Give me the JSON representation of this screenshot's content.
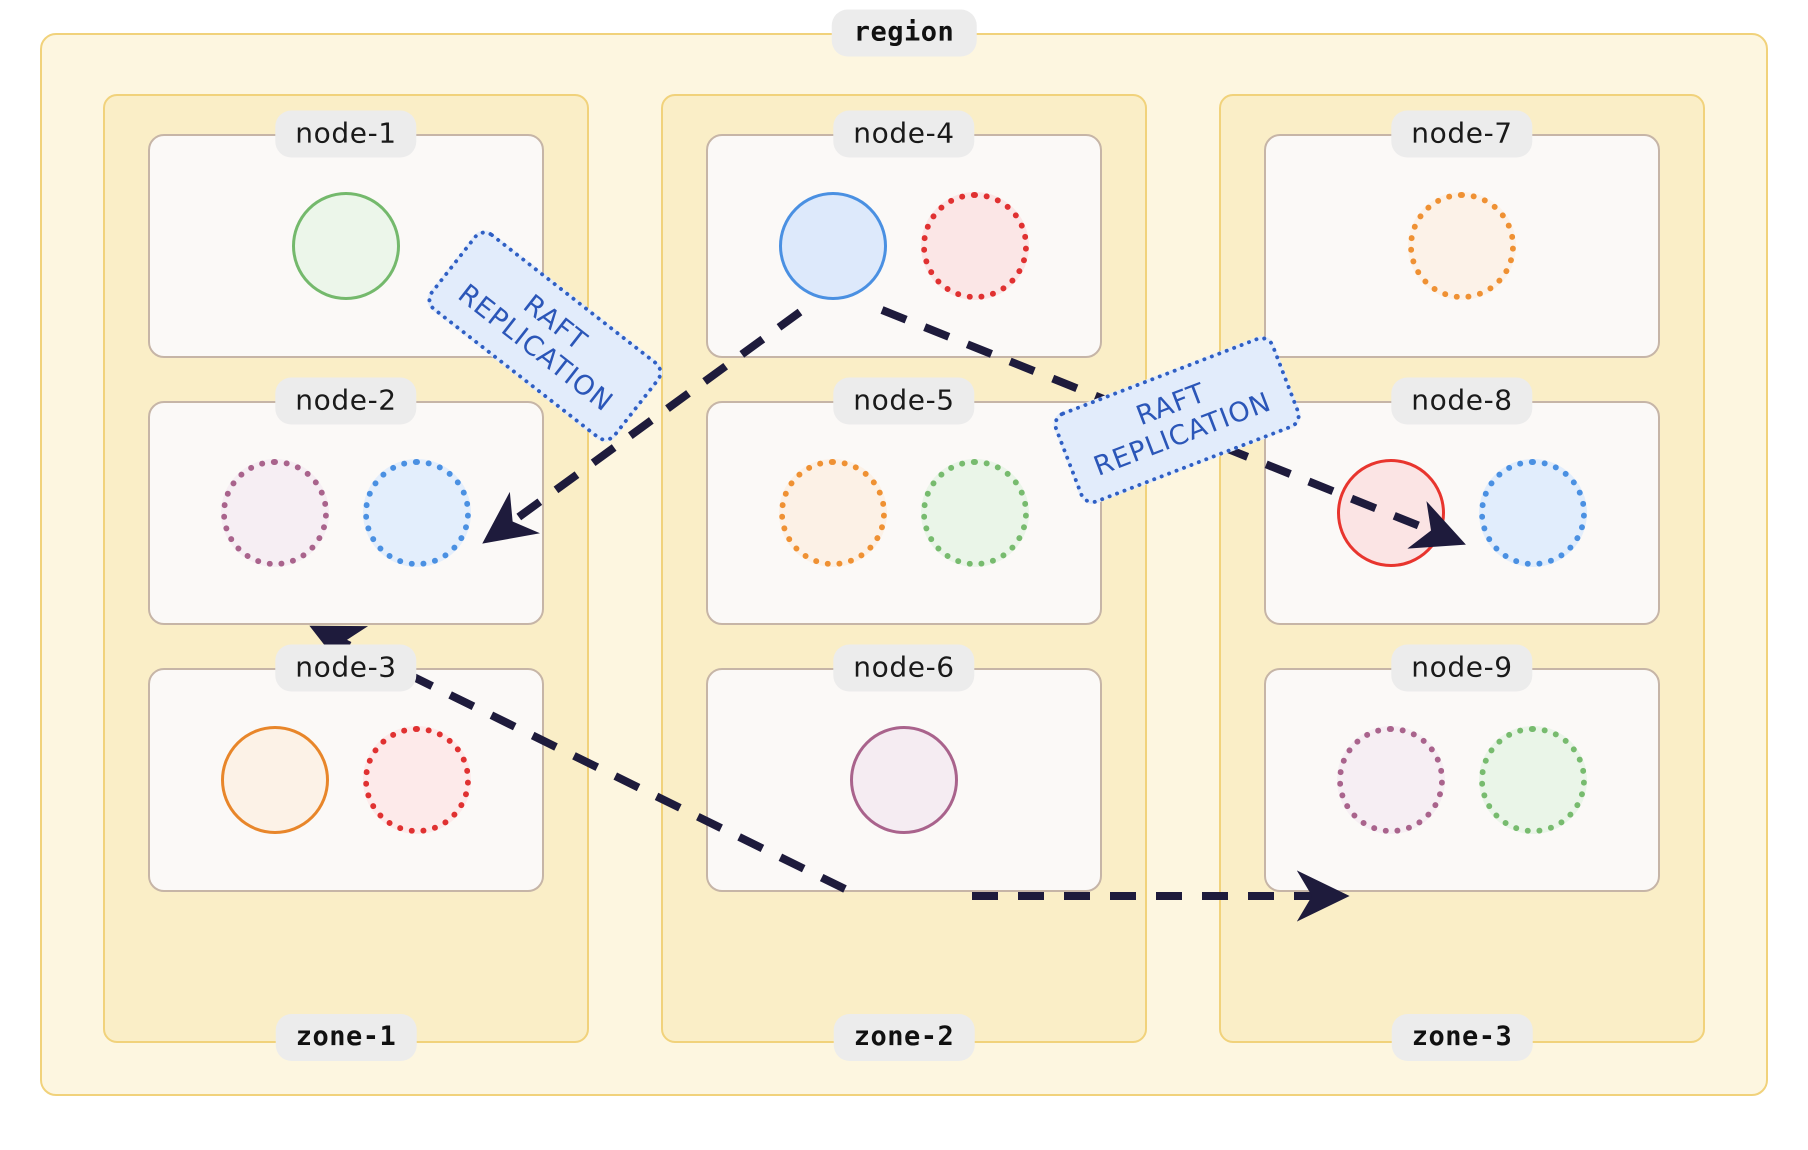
{
  "diagram": {
    "title": "region",
    "type": "distributed-cluster-topology",
    "region": {
      "label": "region",
      "fill": "#fdf6e0",
      "border": "#f1d27b"
    },
    "zones": [
      {
        "id": "zone-1",
        "label": "zone-1",
        "fill": "#faeec7",
        "border": "#f1d27b",
        "nodes": [
          {
            "id": "node-1",
            "label": "node-1",
            "shards": [
              {
                "color": "#74b96c",
                "fill": "#ecf6ea",
                "style": "solid",
                "role": "leader"
              }
            ]
          },
          {
            "id": "node-2",
            "label": "node-2",
            "shards": [
              {
                "color": "#a9638c",
                "fill": "#f6eef3",
                "style": "dotted",
                "role": "replica"
              },
              {
                "color": "#4a90e2",
                "fill": "#e3eefc",
                "style": "dotted",
                "role": "replica"
              }
            ]
          },
          {
            "id": "node-3",
            "label": "node-3",
            "shards": [
              {
                "color": "#e8862a",
                "fill": "#fcf2e7",
                "style": "solid",
                "role": "leader"
              },
              {
                "color": "#e03131",
                "fill": "#fdeaea",
                "style": "dotted",
                "role": "replica"
              }
            ]
          }
        ]
      },
      {
        "id": "zone-2",
        "label": "zone-2",
        "fill": "#faeec7",
        "border": "#f1d27b",
        "nodes": [
          {
            "id": "node-4",
            "label": "node-4",
            "shards": [
              {
                "color": "#4a90e2",
                "fill": "#dde9fb",
                "style": "solid",
                "role": "leader"
              },
              {
                "color": "#e03131",
                "fill": "#fbe6e6",
                "style": "dotted",
                "role": "replica"
              }
            ]
          },
          {
            "id": "node-5",
            "label": "node-5",
            "shards": [
              {
                "color": "#ef9133",
                "fill": "#fcf1e6",
                "style": "dotted",
                "role": "replica"
              },
              {
                "color": "#77bb6e",
                "fill": "#eaf5e8",
                "style": "dotted",
                "role": "replica"
              }
            ]
          },
          {
            "id": "node-6",
            "label": "node-6",
            "shards": [
              {
                "color": "#a9638c",
                "fill": "#f5ecf2",
                "style": "solid",
                "role": "leader"
              }
            ]
          }
        ]
      },
      {
        "id": "zone-3",
        "label": "zone-3",
        "fill": "#faeec7",
        "border": "#f1d27b",
        "nodes": [
          {
            "id": "node-7",
            "label": "node-7",
            "shards": [
              {
                "color": "#ef9133",
                "fill": "#fcf2e8",
                "style": "dotted",
                "role": "replica"
              }
            ]
          },
          {
            "id": "node-8",
            "label": "node-8",
            "shards": [
              {
                "color": "#e8352e",
                "fill": "#fbe4e4",
                "style": "solid",
                "role": "leader"
              },
              {
                "color": "#4a90e2",
                "fill": "#e1edfc",
                "style": "dotted",
                "role": "replica"
              }
            ]
          },
          {
            "id": "node-9",
            "label": "node-9",
            "shards": [
              {
                "color": "#a9638c",
                "fill": "#f6eef3",
                "style": "dotted",
                "role": "replica"
              },
              {
                "color": "#77bb6e",
                "fill": "#eaf5e8",
                "style": "dotted",
                "role": "replica"
              }
            ]
          }
        ]
      }
    ],
    "edge_labels": [
      {
        "id": "raft-left",
        "text": "RAFT\nREPLICATION",
        "fill": "#e2ecfb",
        "border": "#2f5fc4",
        "text_color": "#2b56b8"
      },
      {
        "id": "raft-right",
        "text": "RAFT\nREPLICATION",
        "fill": "#e2ecfb",
        "border": "#2f5fc4",
        "text_color": "#2b56b8"
      }
    ],
    "edges": [
      {
        "id": "edge-node4-node2",
        "from": "node-4",
        "to": "node-2",
        "style": "dashed",
        "color": "#1e1b3c",
        "label": "RAFT REPLICATION"
      },
      {
        "id": "edge-node4-node8",
        "from": "node-4",
        "to": "node-8",
        "style": "dashed",
        "color": "#1e1b3c",
        "label": "RAFT REPLICATION"
      },
      {
        "id": "edge-node6-node2",
        "from": "node-6",
        "to": "node-2",
        "style": "dashed",
        "color": "#1e1b3c",
        "label": ""
      },
      {
        "id": "edge-node6-node9",
        "from": "node-6",
        "to": "node-9",
        "style": "dashed",
        "color": "#1e1b3c",
        "label": ""
      }
    ]
  }
}
